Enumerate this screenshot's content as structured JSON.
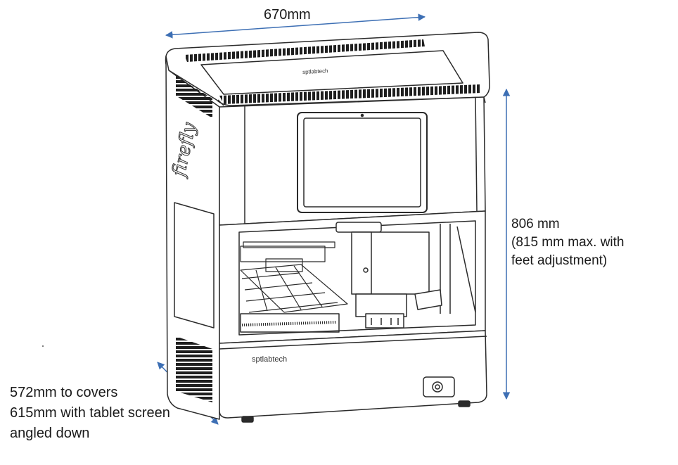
{
  "dimensions": {
    "width": "670mm",
    "height": {
      "line1": "806 mm",
      "line2": "(815 mm max. with",
      "line3": "feet adjustment)"
    },
    "depth": {
      "line1": "572mm to covers",
      "line2": "615mm with tablet screen",
      "line3": "angled down"
    }
  },
  "device": {
    "brand": "sptlabtech",
    "model": "firefly"
  },
  "colors": {
    "outline": "#2b2b2b",
    "dimension_arrow": "#3d6fb4",
    "panel": "#ffffff",
    "vent": "#1f1f1f"
  }
}
